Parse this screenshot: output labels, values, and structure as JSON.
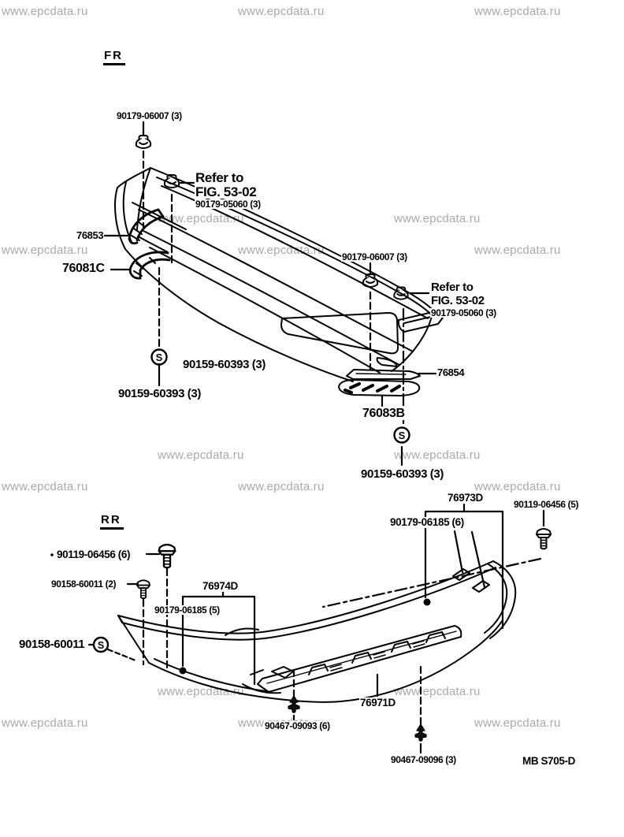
{
  "watermark": {
    "text": "www.epcdata.ru"
  },
  "symbols": {
    "screw_marker": "S"
  },
  "fr": {
    "section_label": "FR",
    "clip_top_part": "90179-06007 (3)",
    "refer_note_1": {
      "line1": "Refer to",
      "line2": "FIG. 53-02",
      "part": "90179-05060 (3)"
    },
    "bracket_upper": "76853",
    "bracket_lower": "76081C",
    "clip_mid_part": "90179-06007 (3)",
    "refer_note_2": {
      "line1": "Refer to",
      "line2": "FIG. 53-02",
      "part": "90179-05060 (3)"
    },
    "screw_mid": "90159-60393 (3)",
    "screw_left": "90159-60393 (3)",
    "strip": "76854",
    "lower_lip": "76083B",
    "screw_bottom": "90159-60393 (3)"
  },
  "rr": {
    "section_label": "RR",
    "screw_left_6": "90119-06456 (6)",
    "screw_left_2": "90158-60011 (2)",
    "pad": "76974D",
    "clip_5": "90179-06185 (5)",
    "screw_s": "90158-60011",
    "pad_right": "76973D",
    "screw_right_5": "90119-06456 (5)",
    "clip_6": "90179-06185 (6)",
    "lower_garnish": "76971D",
    "rivet_6": "90467-09093 (6)",
    "rivet_3": "90467-09096 (3)"
  },
  "footer": {
    "figure_code": "MB S705-D"
  }
}
